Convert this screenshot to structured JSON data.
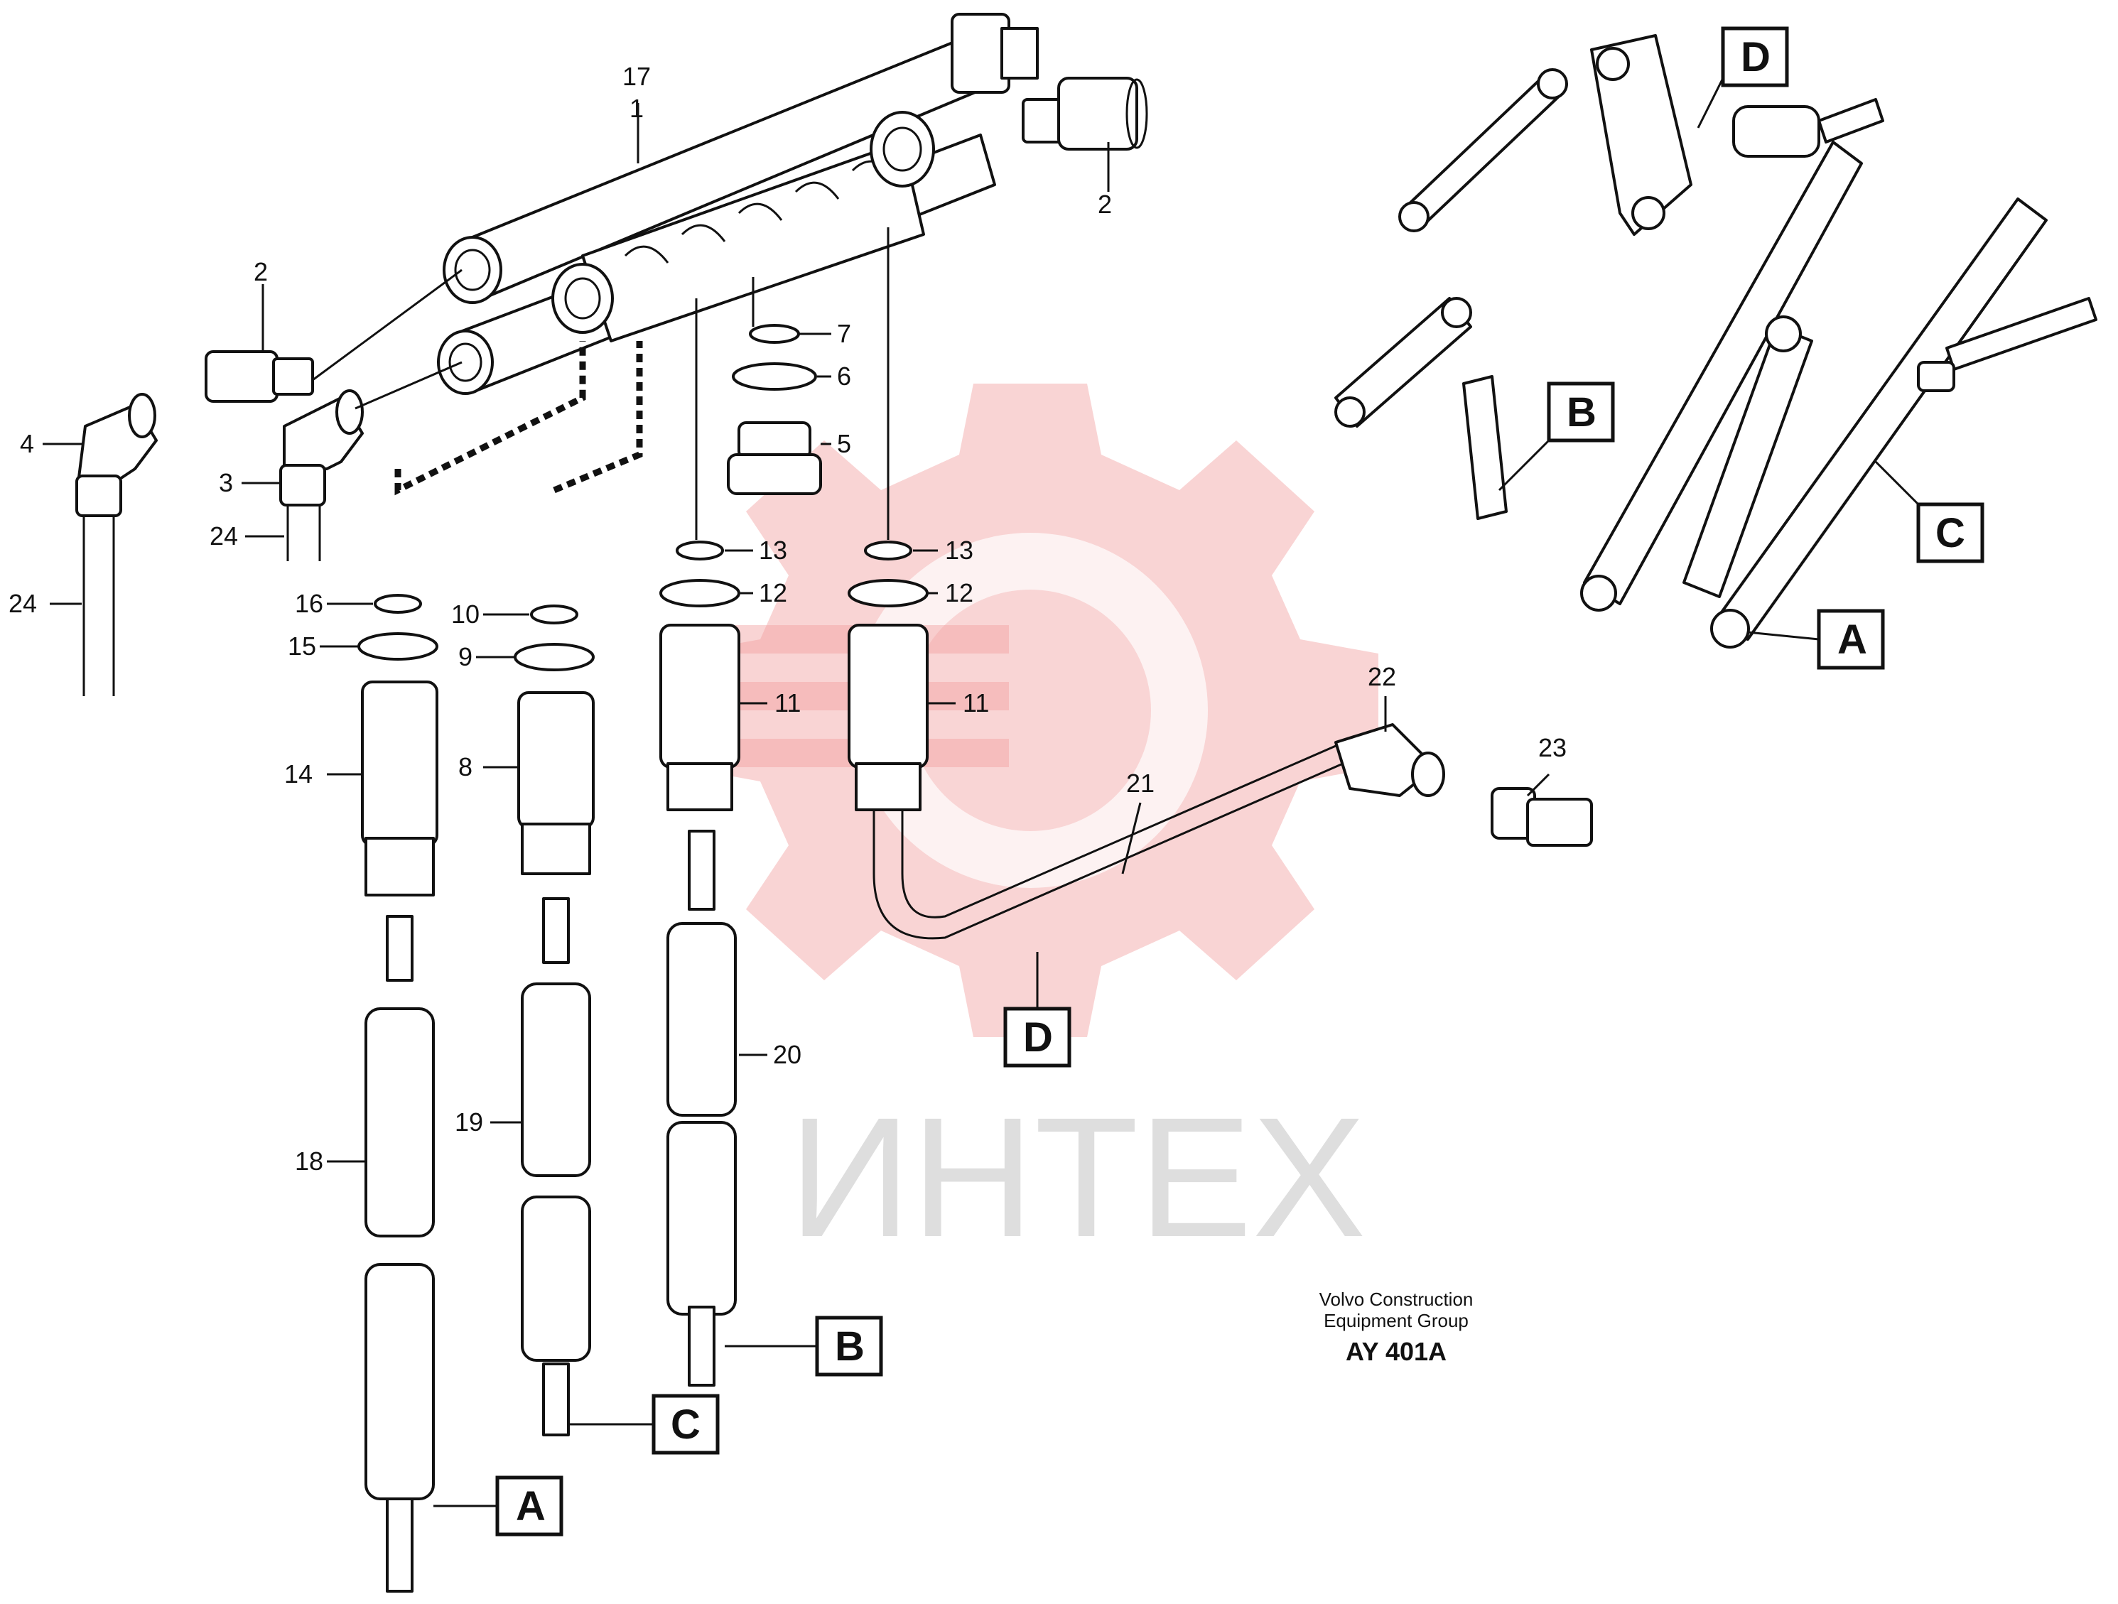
{
  "drawing": {
    "company_line1": "Volvo Construction",
    "company_line2": "Equipment Group",
    "drawing_code": "AY 401A",
    "watermark": "ИНТЕХ"
  },
  "callouts": {
    "n1": "1",
    "n2": "2",
    "n3": "3",
    "n4": "4",
    "n5": "5",
    "n6": "6",
    "n7": "7",
    "n8": "8",
    "n9": "9",
    "n10": "10",
    "n11": "11",
    "n12": "12",
    "n13": "13",
    "n14": "14",
    "n15": "15",
    "n16": "16",
    "n17": "17",
    "n18": "18",
    "n19": "19",
    "n20": "20",
    "n21": "21",
    "n22": "22",
    "n23": "23",
    "n24": "24"
  },
  "reference_boxes": {
    "A": "A",
    "B": "B",
    "C": "C",
    "D": "D"
  },
  "colors": {
    "line": "#111111",
    "watermark_gear": "#f2a0a0",
    "watermark_text": "#d6d6d6"
  }
}
